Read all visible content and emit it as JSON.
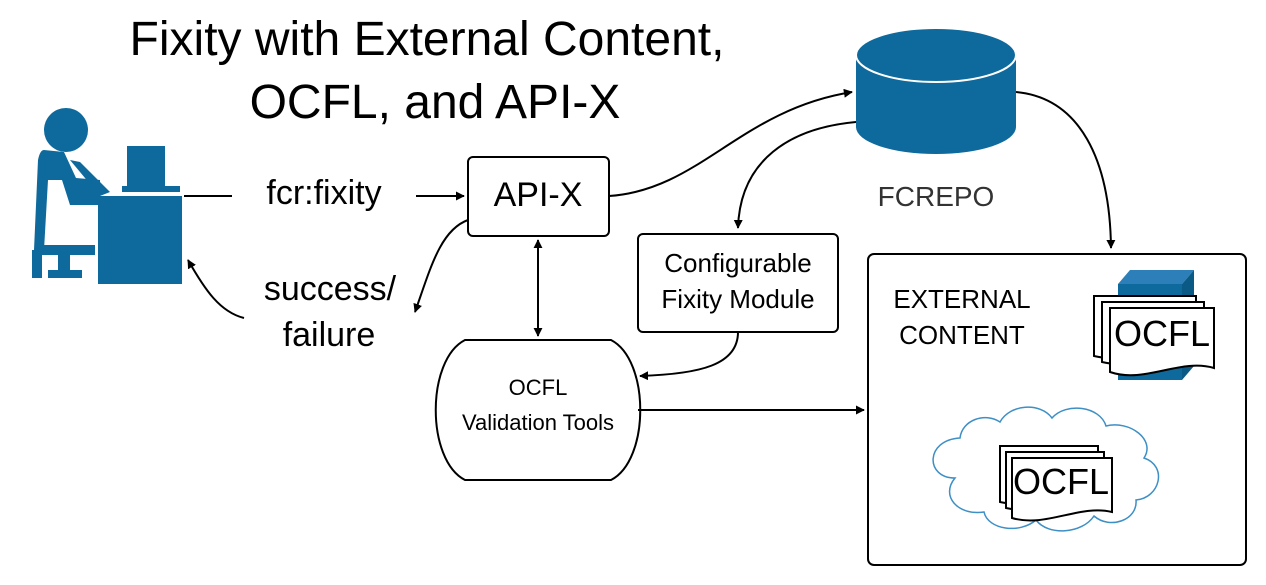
{
  "title": {
    "line1": "Fixity with External Content,",
    "line2": "OCFL, and API-X"
  },
  "labels": {
    "request": "fcr:fixity",
    "response_line1": "success/",
    "response_line2": "failure",
    "repository": "FCREPO"
  },
  "nodes": {
    "apix": "API-X",
    "fixity_module_line1": "Configurable",
    "fixity_module_line2": "Fixity Module",
    "validation_line1": "OCFL",
    "validation_line2": "Validation Tools",
    "external_line1": "EXTERNAL",
    "external_line2": "CONTENT",
    "ocfl_stack_label": "OCFL",
    "ocfl_cloud_label": "OCFL"
  },
  "icons": {
    "user": "user-at-computer-icon",
    "repository": "database-icon",
    "storage": "storage-box-icon",
    "cloud": "cloud-icon",
    "documents": "document-stack-icon"
  },
  "colors": {
    "accent": "#0e6a9c",
    "cloud_stroke": "#3d8fc6",
    "stroke": "#000000"
  }
}
